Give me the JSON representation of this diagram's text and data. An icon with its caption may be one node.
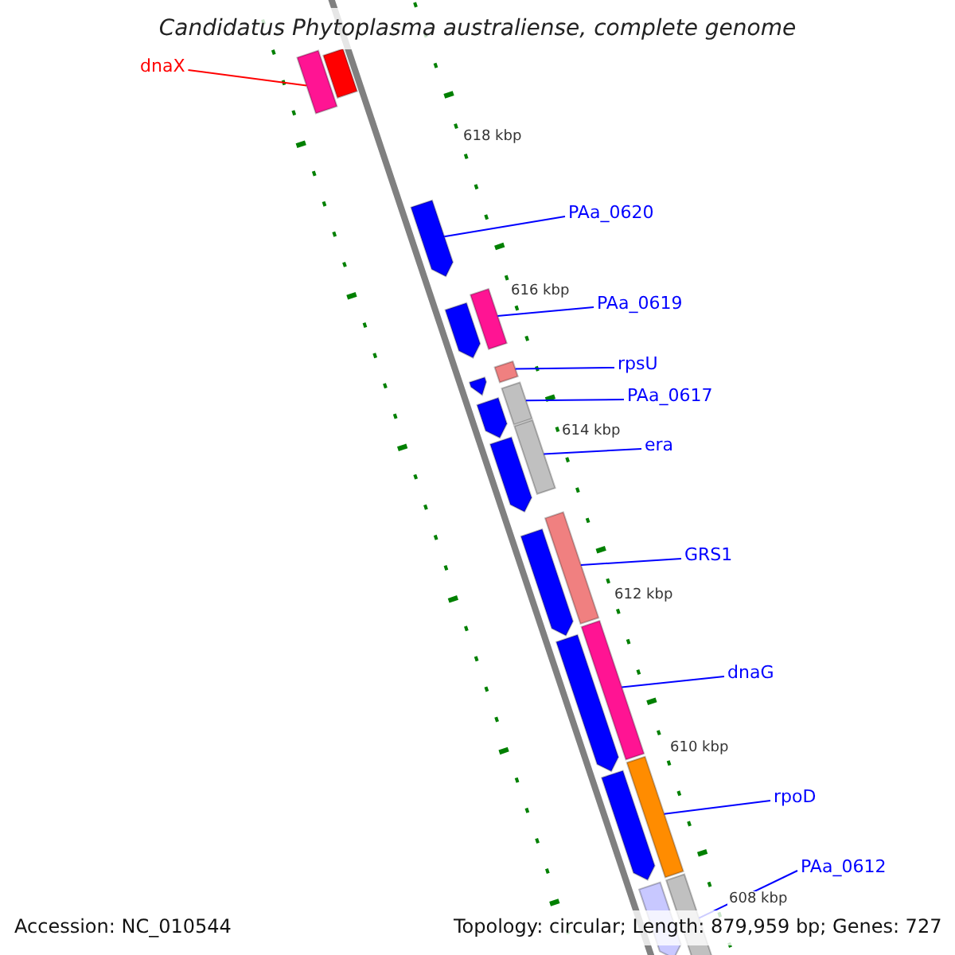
{
  "diagram": {
    "title": "Candidatus Phytoplasma australiense, complete genome",
    "nodes": [
      {
        "text": [
          "dnaX"
        ]
      },
      {
        "text": [
          "PAa_0620"
        ]
      },
      {
        "text": [
          "PAa_0619"
        ]
      },
      {
        "text": [
          "rpsU"
        ]
      },
      {
        "text": [
          "PAa_0617"
        ]
      },
      {
        "text": [
          "era"
        ]
      },
      {
        "text": [
          "GRS1"
        ]
      },
      {
        "text": [
          "dnaG"
        ]
      },
      {
        "text": [
          "rpoD"
        ]
      },
      {
        "text": [
          "PAa_0612"
        ]
      },
      {
        "text": [],
        "shape": "bar"
      },
      {
        "text": [],
        "shape": "bar"
      },
      {
        "text": [],
        "shape": "arrow"
      },
      {
        "text": [],
        "shape": "bar"
      },
      {
        "text": [],
        "shape": "arrow"
      },
      {
        "text": [],
        "shape": "bar"
      },
      {
        "text": [],
        "shape": "arrow"
      },
      {
        "text": [],
        "shape": "bar"
      },
      {
        "text": [],
        "shape": "arrow"
      },
      {
        "text": [],
        "shape": "bar"
      },
      {
        "text": [],
        "shape": "arrow"
      },
      {
        "text": [],
        "shape": "bar"
      },
      {
        "text": [],
        "shape": "arrow"
      },
      {
        "text": [],
        "shape": "bar"
      },
      {
        "text": [],
        "shape": "arrow"
      },
      {
        "text": [],
        "shape": "bar"
      },
      {
        "text": [],
        "shape": "arrow"
      },
      {
        "text": [],
        "shape": "bar"
      },
      {
        "text": [],
        "shape": "arrow"
      }
    ],
    "edges": [
      {
        "from": 0,
        "to": 10,
        "arrow": "none",
        "color": "#ff0000"
      },
      {
        "from": 1,
        "to": 12,
        "arrow": "none"
      },
      {
        "from": 2,
        "to": 13,
        "arrow": "none"
      },
      {
        "from": 3,
        "to": 15,
        "arrow": "none"
      },
      {
        "from": 4,
        "to": 17,
        "arrow": "none"
      },
      {
        "from": 5,
        "to": 19,
        "arrow": "none"
      },
      {
        "from": 6,
        "to": 21,
        "arrow": "none"
      },
      {
        "from": 7,
        "to": 23,
        "arrow": "none"
      },
      {
        "from": 8,
        "to": 25,
        "arrow": "none"
      },
      {
        "from": 9,
        "to": 27,
        "arrow": "none"
      }
    ],
    "labels": [
      "618 kbp",
      "616 kbp",
      "614 kbp",
      "612 kbp",
      "610 kbp",
      "608 kbp",
      "Accession: NC_010544",
      "Topology: circular; Length: 879,959 bp; Genes: 727"
    ]
  }
}
